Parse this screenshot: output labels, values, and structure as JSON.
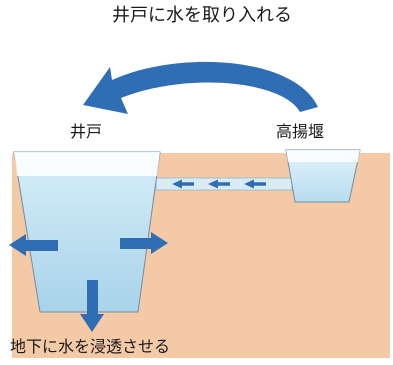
{
  "labels": {
    "top_caption": "井戸に水を取り入れる",
    "well": "井戸",
    "weir": "高揚堰",
    "bottom_caption": "地下に水を浸透させる"
  },
  "colors": {
    "ground": "#f3c9a6",
    "water": "#bfe0f0",
    "arrow": "#2f6db5",
    "pipe": "#d9ecf5"
  },
  "icons": {
    "intake_arrow": "curved-arrow-left",
    "flow_arrows": "arrow-left",
    "seepage_arrows": "arrow-out"
  }
}
